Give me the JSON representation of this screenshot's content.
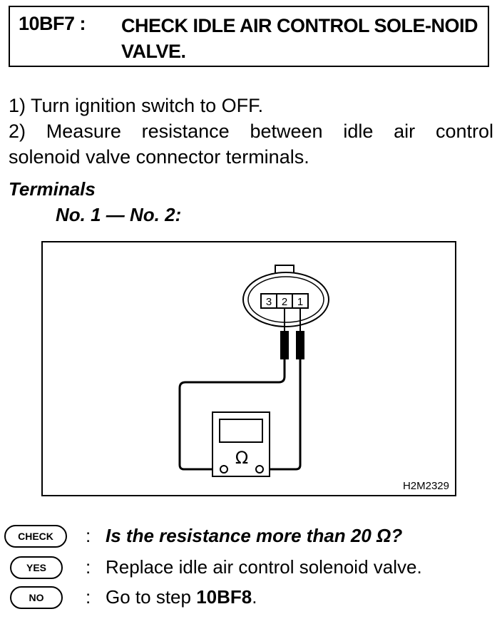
{
  "header": {
    "step_id": "10BF7 :",
    "title": "CHECK IDLE AIR CONTROL SOLE-NOID VALVE."
  },
  "instructions": [
    "1) Turn ignition switch to OFF.",
    "2) Measure resistance between idle air control",
    "solenoid valve connector terminals."
  ],
  "terminals": {
    "heading": "Terminals",
    "value": "No. 1 — No. 2:"
  },
  "figure": {
    "id": "H2M2329",
    "connector_pins": [
      "3",
      "2",
      "1"
    ],
    "meter_symbol": "Ω"
  },
  "checks": [
    {
      "badge": "CHECK",
      "colon": ":",
      "text": "Is the resistance more than 20 Ω?"
    },
    {
      "badge": "YES",
      "colon": ":",
      "text": "Replace idle air control solenoid valve."
    },
    {
      "badge": "NO",
      "colon": ":",
      "text_prefix": "Go to step ",
      "text_bold": "10BF8",
      "text_suffix": "."
    }
  ]
}
